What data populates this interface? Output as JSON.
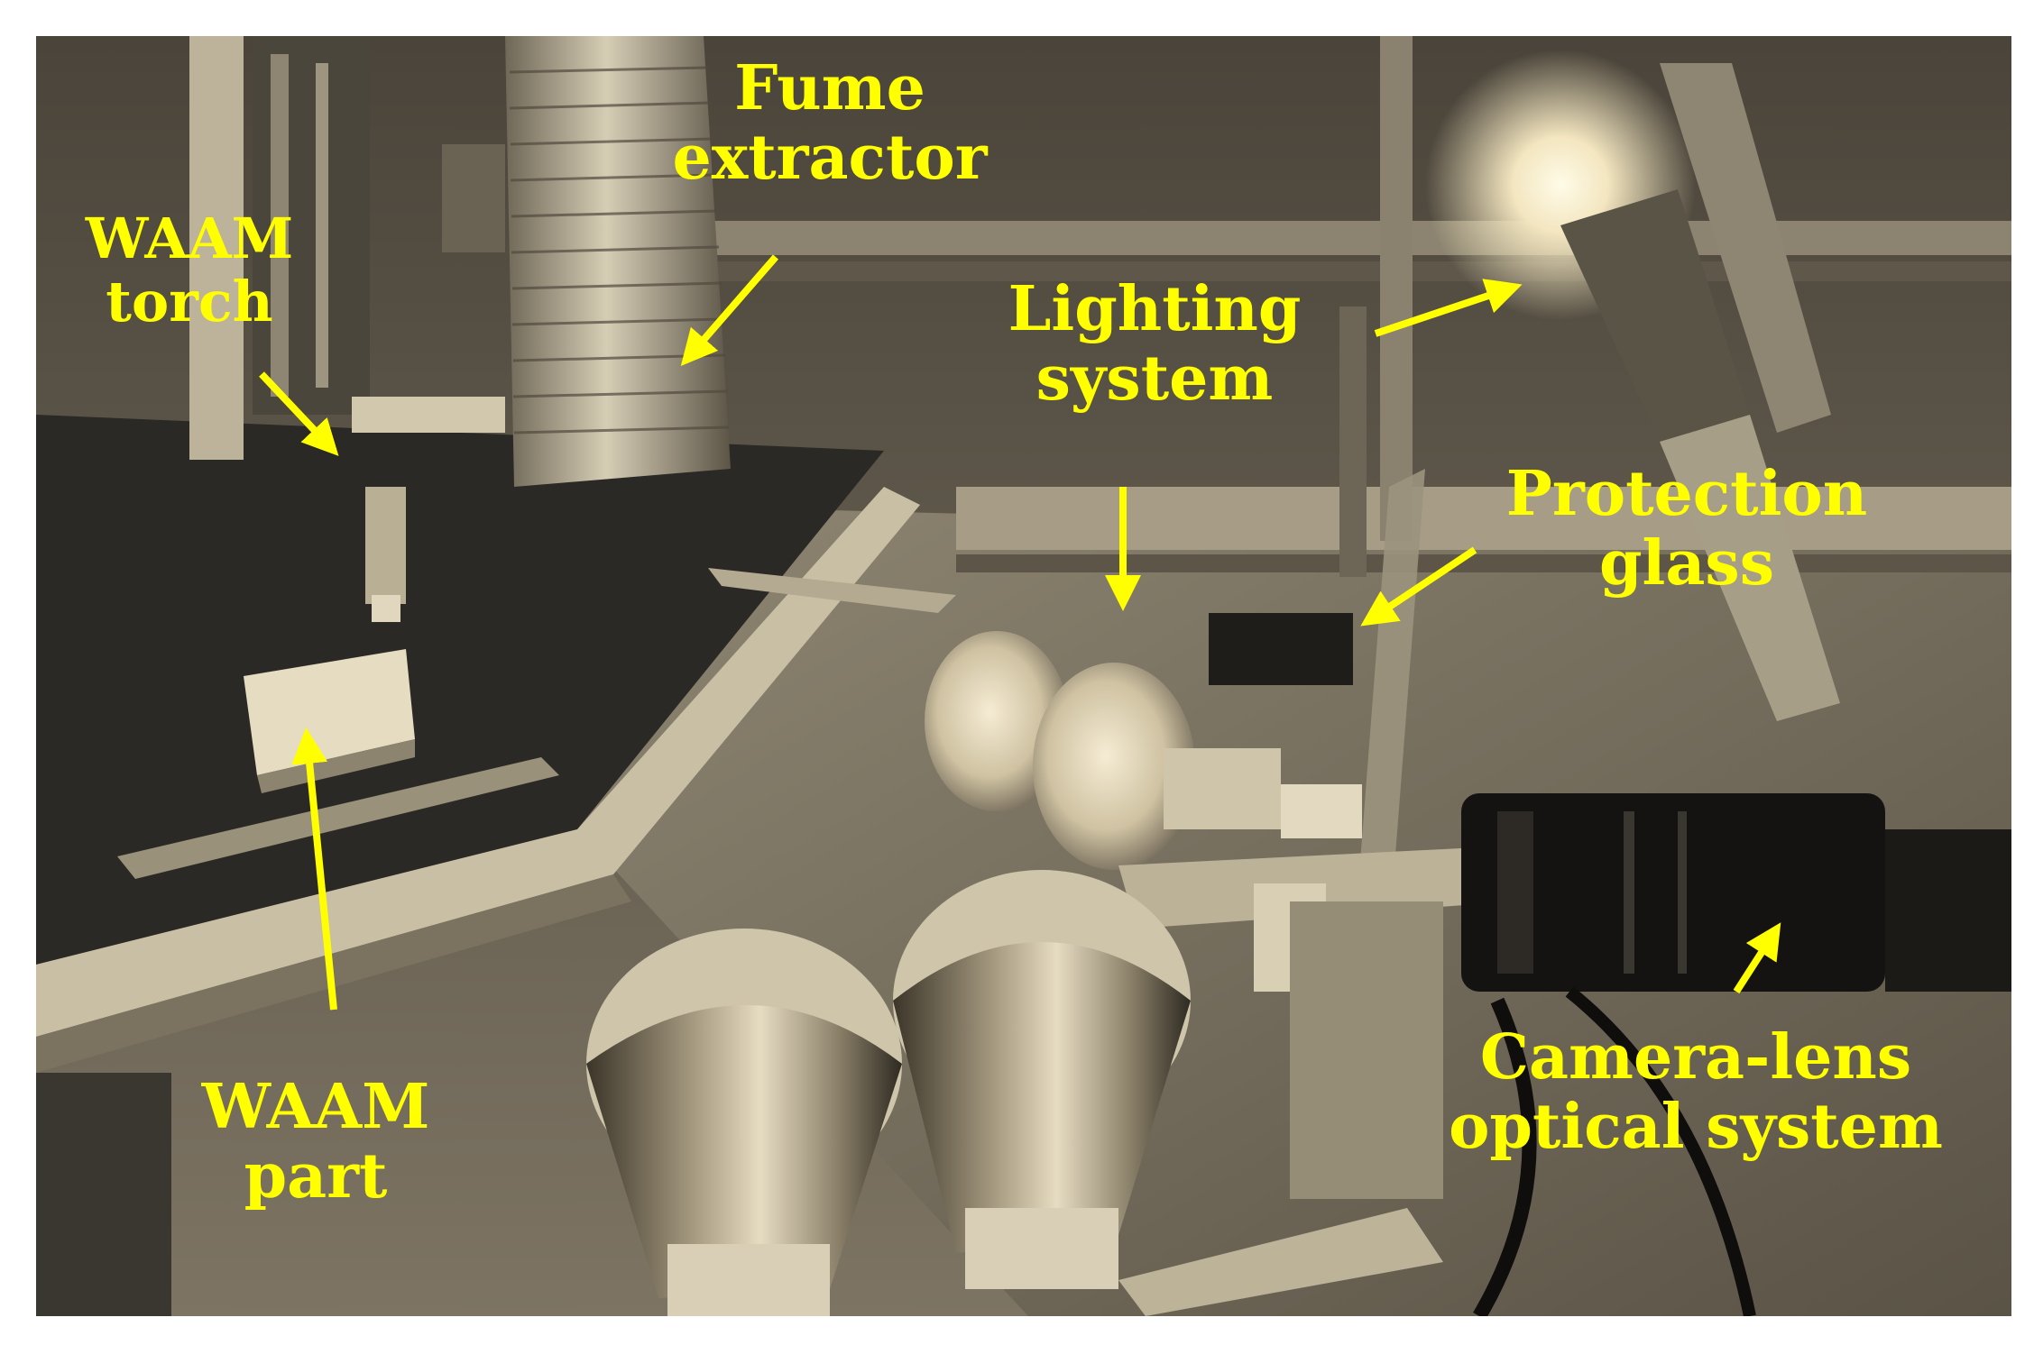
{
  "labels": {
    "fume_extractor": {
      "line1": "Fume",
      "line2": "extractor"
    },
    "waam_torch": {
      "line1": "WAAM",
      "line2": "torch"
    },
    "lighting_system": {
      "line1": "Lighting",
      "line2": "system"
    },
    "protection_glass": {
      "line1": "Protection",
      "line2": "glass"
    },
    "waam_part": {
      "line1": "WAAM",
      "line2": "part"
    },
    "camera_lens": {
      "line1": "Camera-lens",
      "line2": "optical system"
    }
  },
  "colors": {
    "annotation": "#ffff00",
    "photo_tone": "#d9ceb4"
  }
}
